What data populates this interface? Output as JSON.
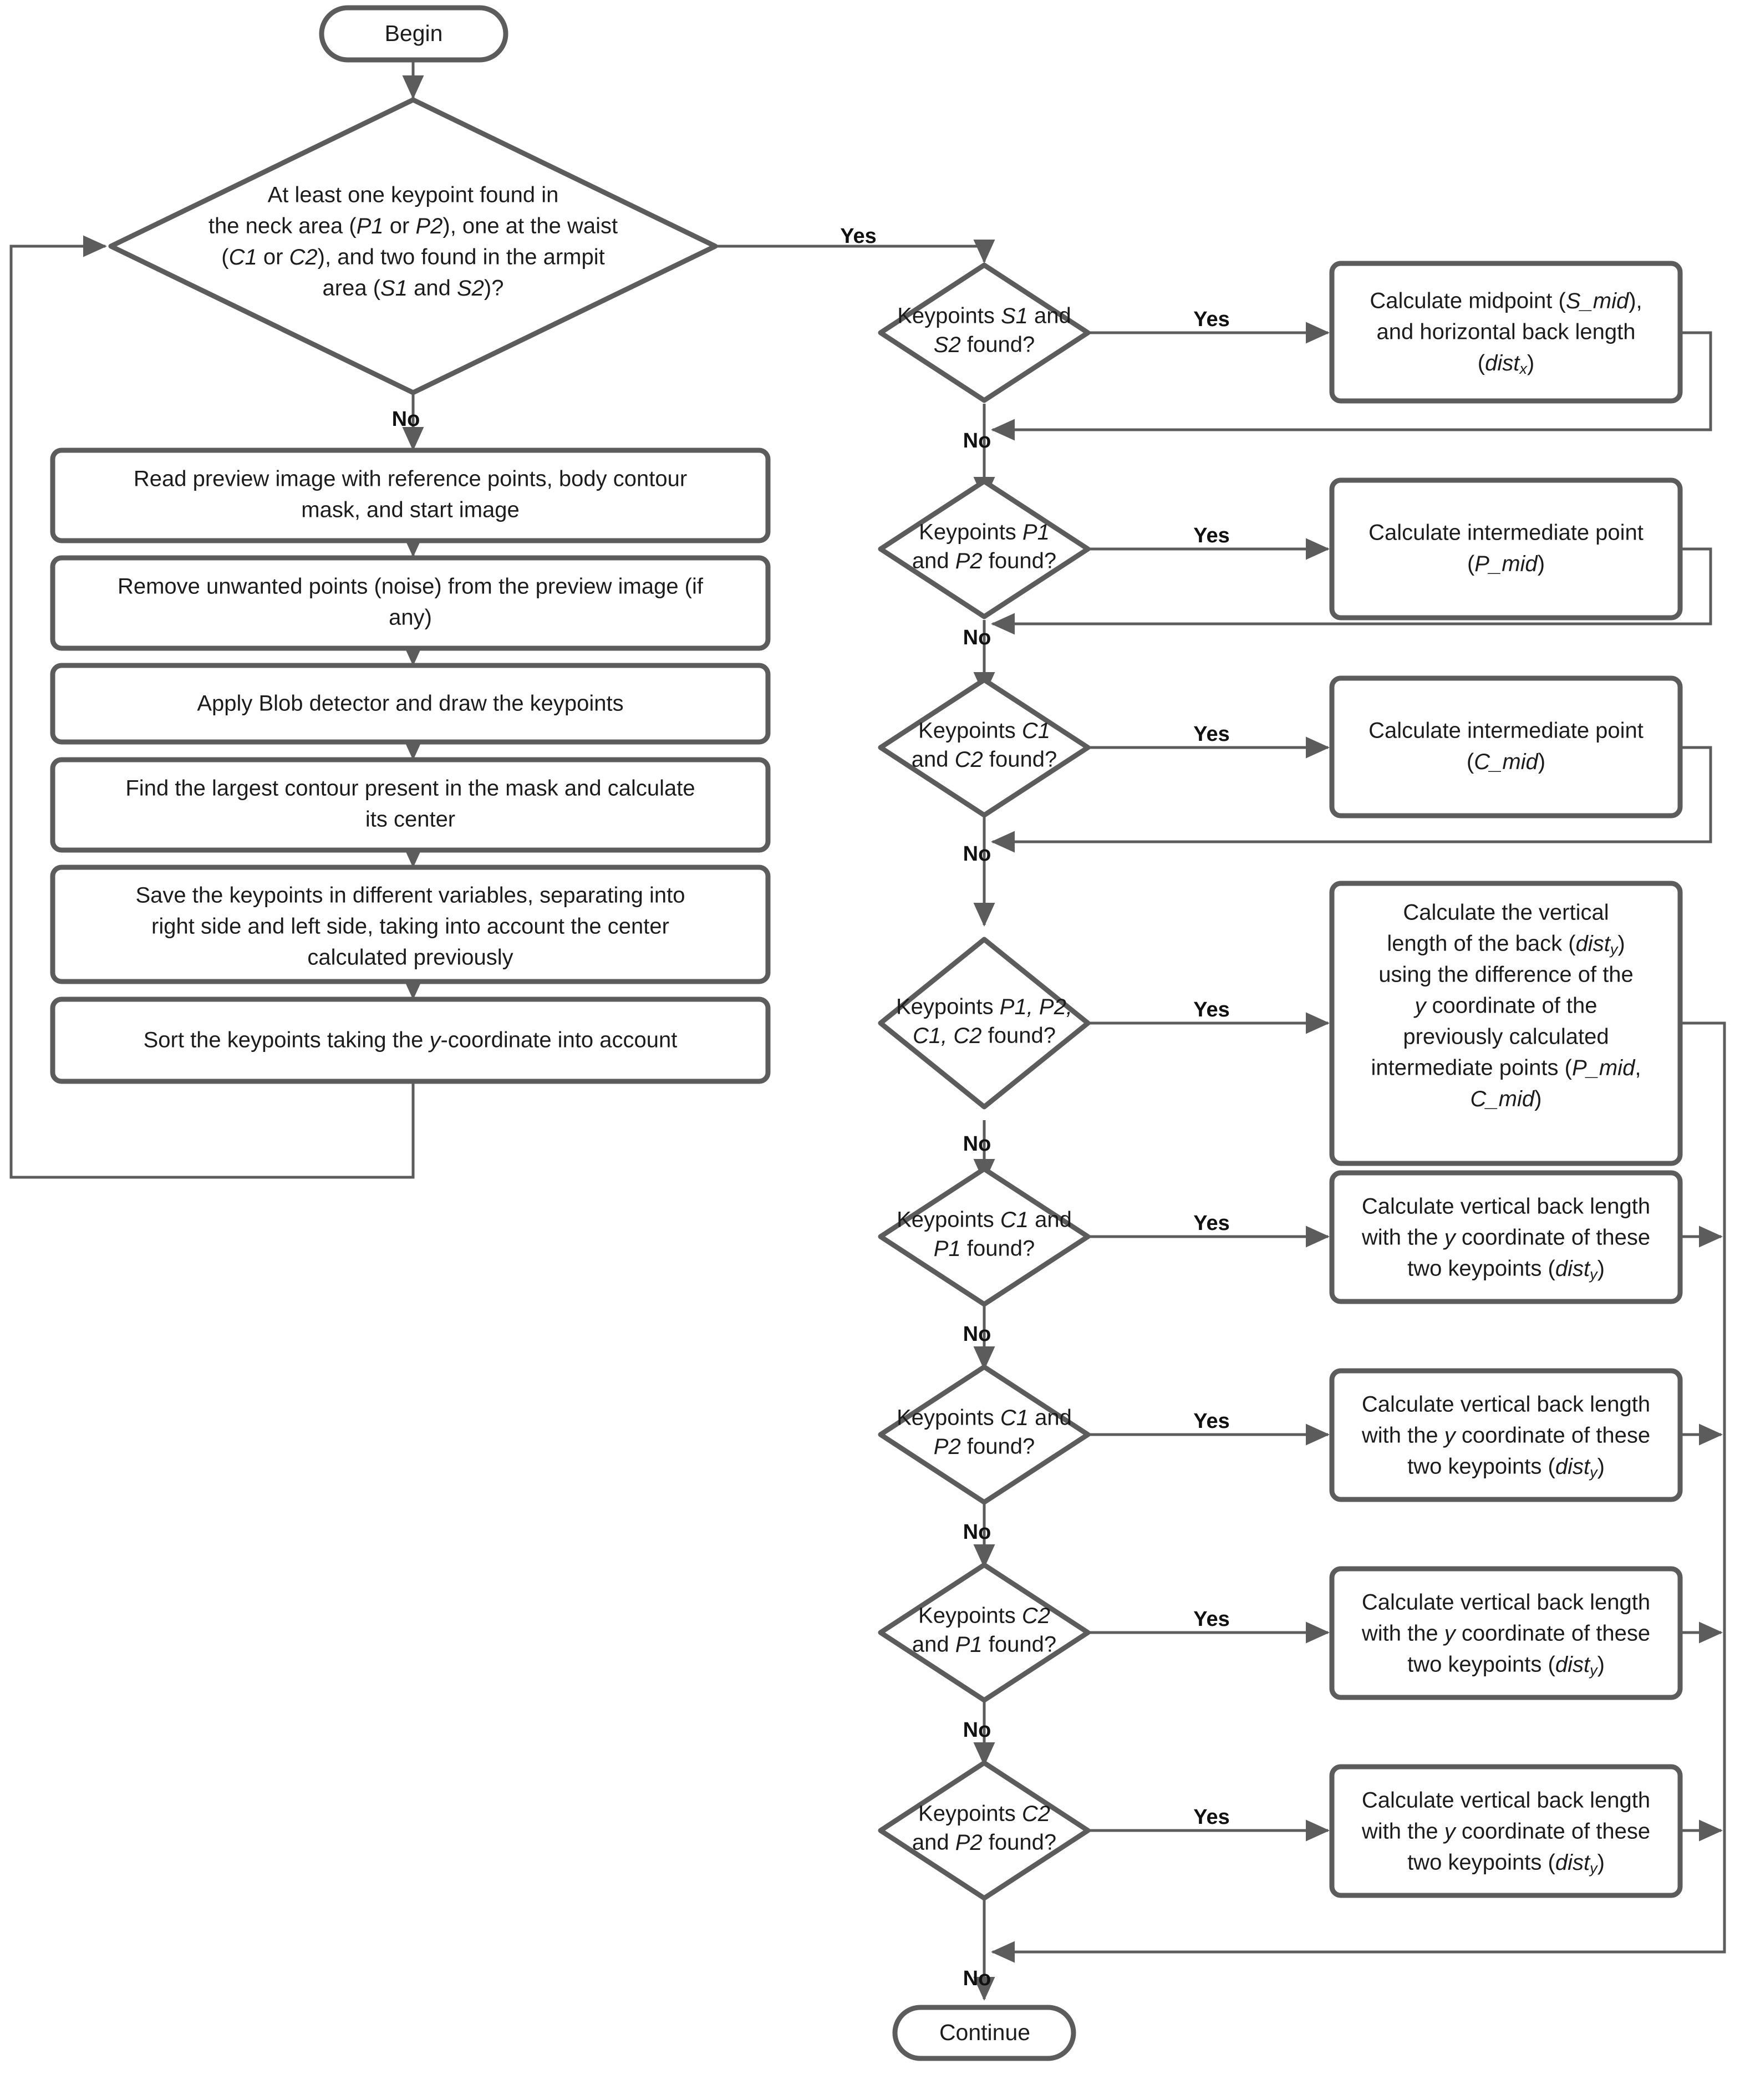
{
  "diagram": {
    "title": "Keypoint-based back measurement flowchart",
    "stroke_color": "#5c5c5c",
    "text_color": "#1c1c1c",
    "background": "#ffffff",
    "terminals": {
      "begin": "Begin",
      "continue": "Continue"
    },
    "edge_labels": {
      "yes": "Yes",
      "no": "No"
    },
    "main_decision": {
      "id": "d-main",
      "lines": [
        "At least one keypoint found in",
        "the neck area (P1 or P2), one at the waist",
        "(C1 or C2), and two found in the armpit",
        "area (S1 and S2)?"
      ]
    },
    "left_process_steps": [
      {
        "id": "p-read",
        "lines": [
          "Read preview image with reference points, body contour",
          "mask, and start image"
        ]
      },
      {
        "id": "p-noise",
        "lines": [
          "Remove unwanted points (noise) from the preview image (if",
          "any)"
        ]
      },
      {
        "id": "p-blob",
        "lines": [
          "Apply Blob detector and draw the keypoints"
        ]
      },
      {
        "id": "p-contour",
        "lines": [
          "Find the largest contour present in the mask and calculate",
          "its center"
        ]
      },
      {
        "id": "p-save",
        "lines": [
          "Save the keypoints in different variables, separating into",
          "right side and left side, taking into account the center",
          "calculated previously"
        ]
      },
      {
        "id": "p-sort",
        "lines": [
          "Sort the keypoints taking the y-coordinate into account"
        ]
      }
    ],
    "right_branches": [
      {
        "id": "b-s1s2",
        "decision_lines": [
          "Keypoints S1 and",
          "S2 found?"
        ],
        "process_lines": [
          "Calculate midpoint (S_mid),",
          "and horizontal back length",
          "(distx)"
        ]
      },
      {
        "id": "b-p1p2",
        "decision_lines": [
          "Keypoints P1",
          "and P2 found?"
        ],
        "process_lines": [
          "Calculate intermediate point",
          "(P_mid)"
        ]
      },
      {
        "id": "b-c1c2",
        "decision_lines": [
          "Keypoints C1",
          "and C2 found?"
        ],
        "process_lines": [
          "Calculate intermediate point",
          "(C_mid)"
        ]
      },
      {
        "id": "b-p1p2c1c2",
        "decision_lines": [
          "Keypoints P1, P2,",
          "C1, C2 found?"
        ],
        "process_lines": [
          "Calculate the vertical",
          "length of the back (disty)",
          "using the difference of the",
          "y coordinate of the",
          "previously calculated",
          "intermediate points (P_mid,",
          "C_mid)"
        ]
      },
      {
        "id": "b-c1p1",
        "decision_lines": [
          "Keypoints C1 and",
          "P1 found?"
        ],
        "process_lines": [
          "Calculate vertical back length",
          "with the y coordinate of these",
          "two keypoints (disty)"
        ]
      },
      {
        "id": "b-c1p2",
        "decision_lines": [
          "Keypoints C1 and",
          "P2 found?"
        ],
        "process_lines": [
          "Calculate vertical back length",
          "with the y coordinate of these",
          "two keypoints (disty)"
        ]
      },
      {
        "id": "b-c2p1",
        "decision_lines": [
          "Keypoints C2",
          "and P1 found?"
        ],
        "process_lines": [
          "Calculate vertical back length",
          "with the y coordinate of these",
          "two keypoints (disty)"
        ]
      },
      {
        "id": "b-c2p2",
        "decision_lines": [
          "Keypoints C2",
          "and P2 found?"
        ],
        "process_lines": [
          "Calculate vertical back length",
          "with the y coordinate of these",
          "two keypoints (disty)"
        ]
      }
    ]
  }
}
